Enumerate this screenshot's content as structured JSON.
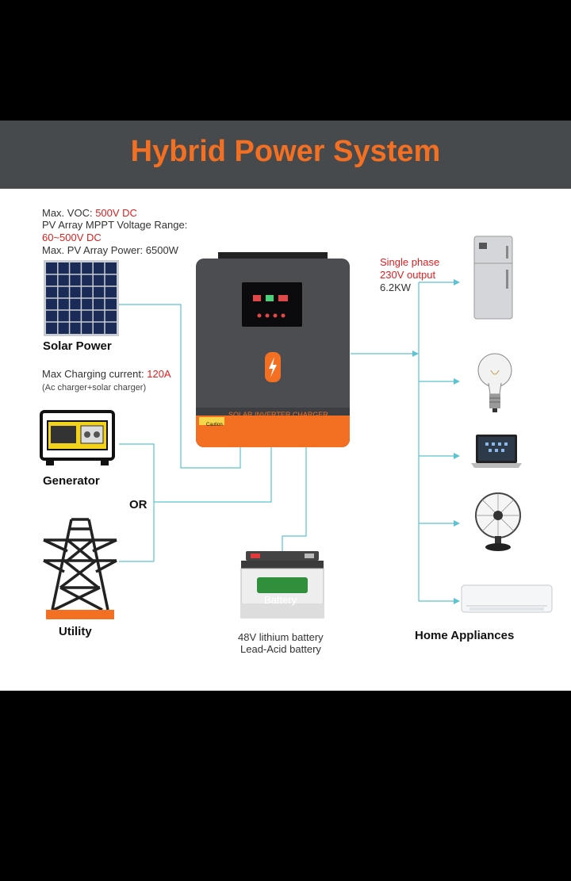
{
  "title": "Hybrid Power System",
  "solar": {
    "voc_label": "Max. VOC: ",
    "voc_value": "500V DC",
    "mppt_label": "PV Array MPPT Voltage Range:",
    "mppt_value": "60~500V DC",
    "array_power": "Max. PV Array Power: 6500W",
    "label": "Solar Power"
  },
  "charging": {
    "label": "Max Charging current: ",
    "value": "120A",
    "note": "(Ac charger+solar charger)"
  },
  "inverter": {
    "text": "SOLAR INVERTER CHARGER",
    "caution": "Caution"
  },
  "output": {
    "phase": "Single phase",
    "voltage": "230V output",
    "power": "6.2KW"
  },
  "sources": {
    "generator": "Generator",
    "or": "OR",
    "utility": "Utility"
  },
  "battery": {
    "label": "Battery",
    "type1": "48V lithium battery",
    "type2": "Lead-Acid battery"
  },
  "appliances": {
    "label": "Home Appliances",
    "icons": [
      "refrigerator-icon",
      "light-bulb-icon",
      "laptop-icon",
      "fan-icon",
      "air-conditioner-icon"
    ]
  },
  "colors": {
    "accent": "#f36f21",
    "wire": "#5cc3d1",
    "banner": "#474a4d",
    "highlight": "#e01e1e"
  }
}
